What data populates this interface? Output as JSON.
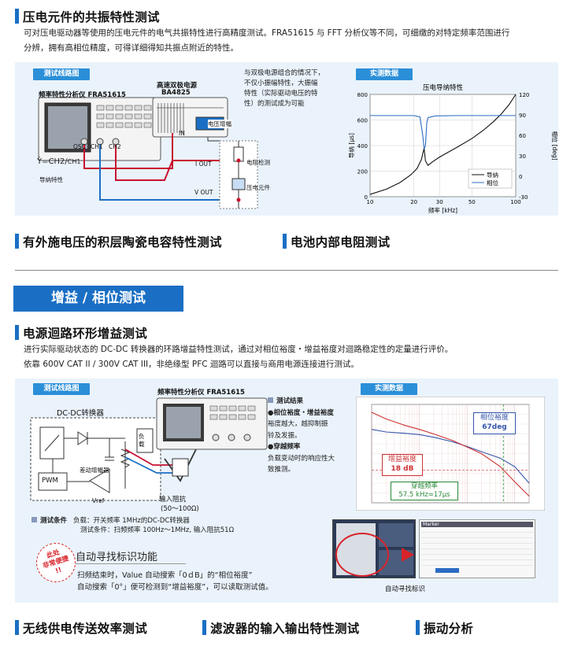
{
  "section1": {
    "title": "压电元件的共振特性测试",
    "desc_line1": "可对压电驱动器等使用的压电元件的电气共振特性进行高精度测试。FRA51615 与 FFT 分析仪等不同，可细缴的对特定频率范围进行",
    "desc_line2": "分辨，拥有高相位精度，可得详细得知共振点附近的特性。",
    "circuit_tag": "测试线路图",
    "fra_label": "频率特性分析仪  FRA51615",
    "amp_label1": "高速双极电源",
    "amp_label2": "BA4825",
    "amp_ch": "电压增幅",
    "in_label": "IN",
    "osc": "OSC",
    "ch1": "CH1",
    "ch2": "CH2",
    "formula_y": "Ẏ=",
    "formula_num": "CH2",
    "formula_den": "CH1",
    "formula_note": "导纳特性",
    "iout": "I OUT",
    "vout": "V OUT",
    "resistor": "电阻检测",
    "piezo": "压电元件",
    "note_lines": [
      "与双极电源组合的情况下，",
      "不仅小振幅特性，大振幅",
      "特性（实际驱动电压的特",
      "性）的测试成为可能"
    ],
    "data_tag": "实测数据"
  },
  "chart_data": [
    {
      "type": "line",
      "title": "压电导纳特性",
      "xlabel": "频率 [kHz]",
      "ylabel": "导纳 [μs]",
      "y2label": "相位 [deg]",
      "xscale": "log",
      "xlim": [
        10,
        100
      ],
      "x_ticks": [
        "10",
        "20",
        "30",
        "50",
        "100"
      ],
      "ylim": [
        0,
        800
      ],
      "y_ticks": [
        "0",
        "200",
        "400",
        "600",
        "800"
      ],
      "y2lim": [
        -30,
        120
      ],
      "y2_ticks": [
        "-30",
        "0",
        "30",
        "60",
        "90",
        "120"
      ],
      "legend": "bottom-right",
      "series": [
        {
          "name": "导纳",
          "color": "#111111",
          "x": [
            10,
            13,
            16,
            19,
            21,
            22.5,
            23.5,
            24,
            25,
            27,
            30,
            40,
            50,
            60,
            70,
            80,
            90,
            100
          ],
          "values": [
            18,
            60,
            110,
            170,
            220,
            290,
            380,
            280,
            245,
            275,
            310,
            390,
            455,
            520,
            585,
            650,
            720,
            800
          ]
        },
        {
          "name": "相位",
          "color": "#2b6cc4",
          "x": [
            10,
            15,
            20,
            22,
            23,
            23.5,
            24,
            24.5,
            25,
            28,
            40,
            60,
            80,
            100
          ],
          "values": [
            89,
            89,
            89,
            87,
            60,
            40,
            45,
            78,
            86,
            88.5,
            89,
            89,
            89,
            89
          ]
        }
      ]
    },
    {
      "type": "line",
      "title": "",
      "xscale": "log",
      "legend": "none",
      "annotations": [
        "相位裕度",
        "67deg",
        "增益裕度",
        "18 dB",
        "穿越频率",
        "57.5 kHz=17μs"
      ],
      "series": [
        {
          "color": "#3355aa",
          "x": [
            100,
            200,
            500,
            1000,
            2000,
            5000,
            10000,
            20000,
            50000,
            100000,
            200000
          ],
          "values": [
            62,
            58,
            56,
            54,
            50,
            43,
            36,
            28,
            18,
            5,
            -20
          ]
        },
        {
          "color": "#cc3333",
          "x": [
            100,
            200,
            500,
            1000,
            2000,
            5000,
            10000,
            20000,
            50000,
            100000,
            200000
          ],
          "values": [
            88,
            78,
            68,
            62,
            55,
            45,
            35,
            25,
            5,
            -18,
            -40
          ]
        }
      ]
    }
  ],
  "section2": {
    "title": "有外施电压的积层陶瓷电容特性测试"
  },
  "section3": {
    "title": "电池内部电阻测试"
  },
  "banner": {
    "title": "增益 / 相位测试"
  },
  "section4": {
    "title": "电源迴路环形增益测试",
    "desc_line1": "进行实际驱动状态的 DC-DC 转换器的环路增益特性测试，通过对相位裕度・增益裕度对迴路稳定性的定量进行评价。",
    "desc_line2": "依靠 600V CAT II / 300V CAT III，非绝缘型 PFC 迴路可以直接与商用电源连接进行测试。",
    "circuit_tag": "测试线路图",
    "fra_label": "频率特性分析仪     FRA51615",
    "dcdc_label": "DC-DC转换器",
    "load": "负载",
    "pwm": "PWM",
    "diff_amp": "差动增幅器",
    "vref": "Vref",
    "input_z1": "输入阻抗",
    "input_z2": "(50～100Ω)",
    "result_head": "测试结果",
    "result_margin": "●相位裕度・增益裕度",
    "result_margin_lines": [
      "裕度越大，越抑制振",
      "铃及发振。"
    ],
    "result_cross": "●穿越频率",
    "result_cross_lines": [
      "负载变动时的响应性大",
      "致推测。"
    ],
    "data_tag": "实测数据",
    "cond_head": "测试条件",
    "cond_line1": "负载：开关频率 1MHz的DC-DC转换器",
    "cond_line2": "测试条件：扫频频率 100Hz～1MHz, 输入阻抗51Ω",
    "stamp_line1": "此处",
    "stamp_line2": "非常便捷",
    "stamp_line3": "!!",
    "auto_title": "自动寻找标识功能",
    "auto_line1": "扫频结束时，Value 自动搜索「0ｄB」的“相位裕度”",
    "auto_line2": "自动搜索「0°」便可检测到“增益裕度”，可以读取测试值。",
    "auto_caption": "自动寻找标识",
    "marker_title": "Marker"
  },
  "section5": {
    "title": "无线供电传送效率测试"
  },
  "section6": {
    "title": "滤波器的输入输出特性测试"
  },
  "section7": {
    "title": "振动分析"
  },
  "colors": {
    "accent": "#1a6fc4",
    "tag": "#2b8fd8",
    "panel": "#eaf3fb",
    "stamp": "#d8232a",
    "phase_line": "#2b6cc4"
  }
}
